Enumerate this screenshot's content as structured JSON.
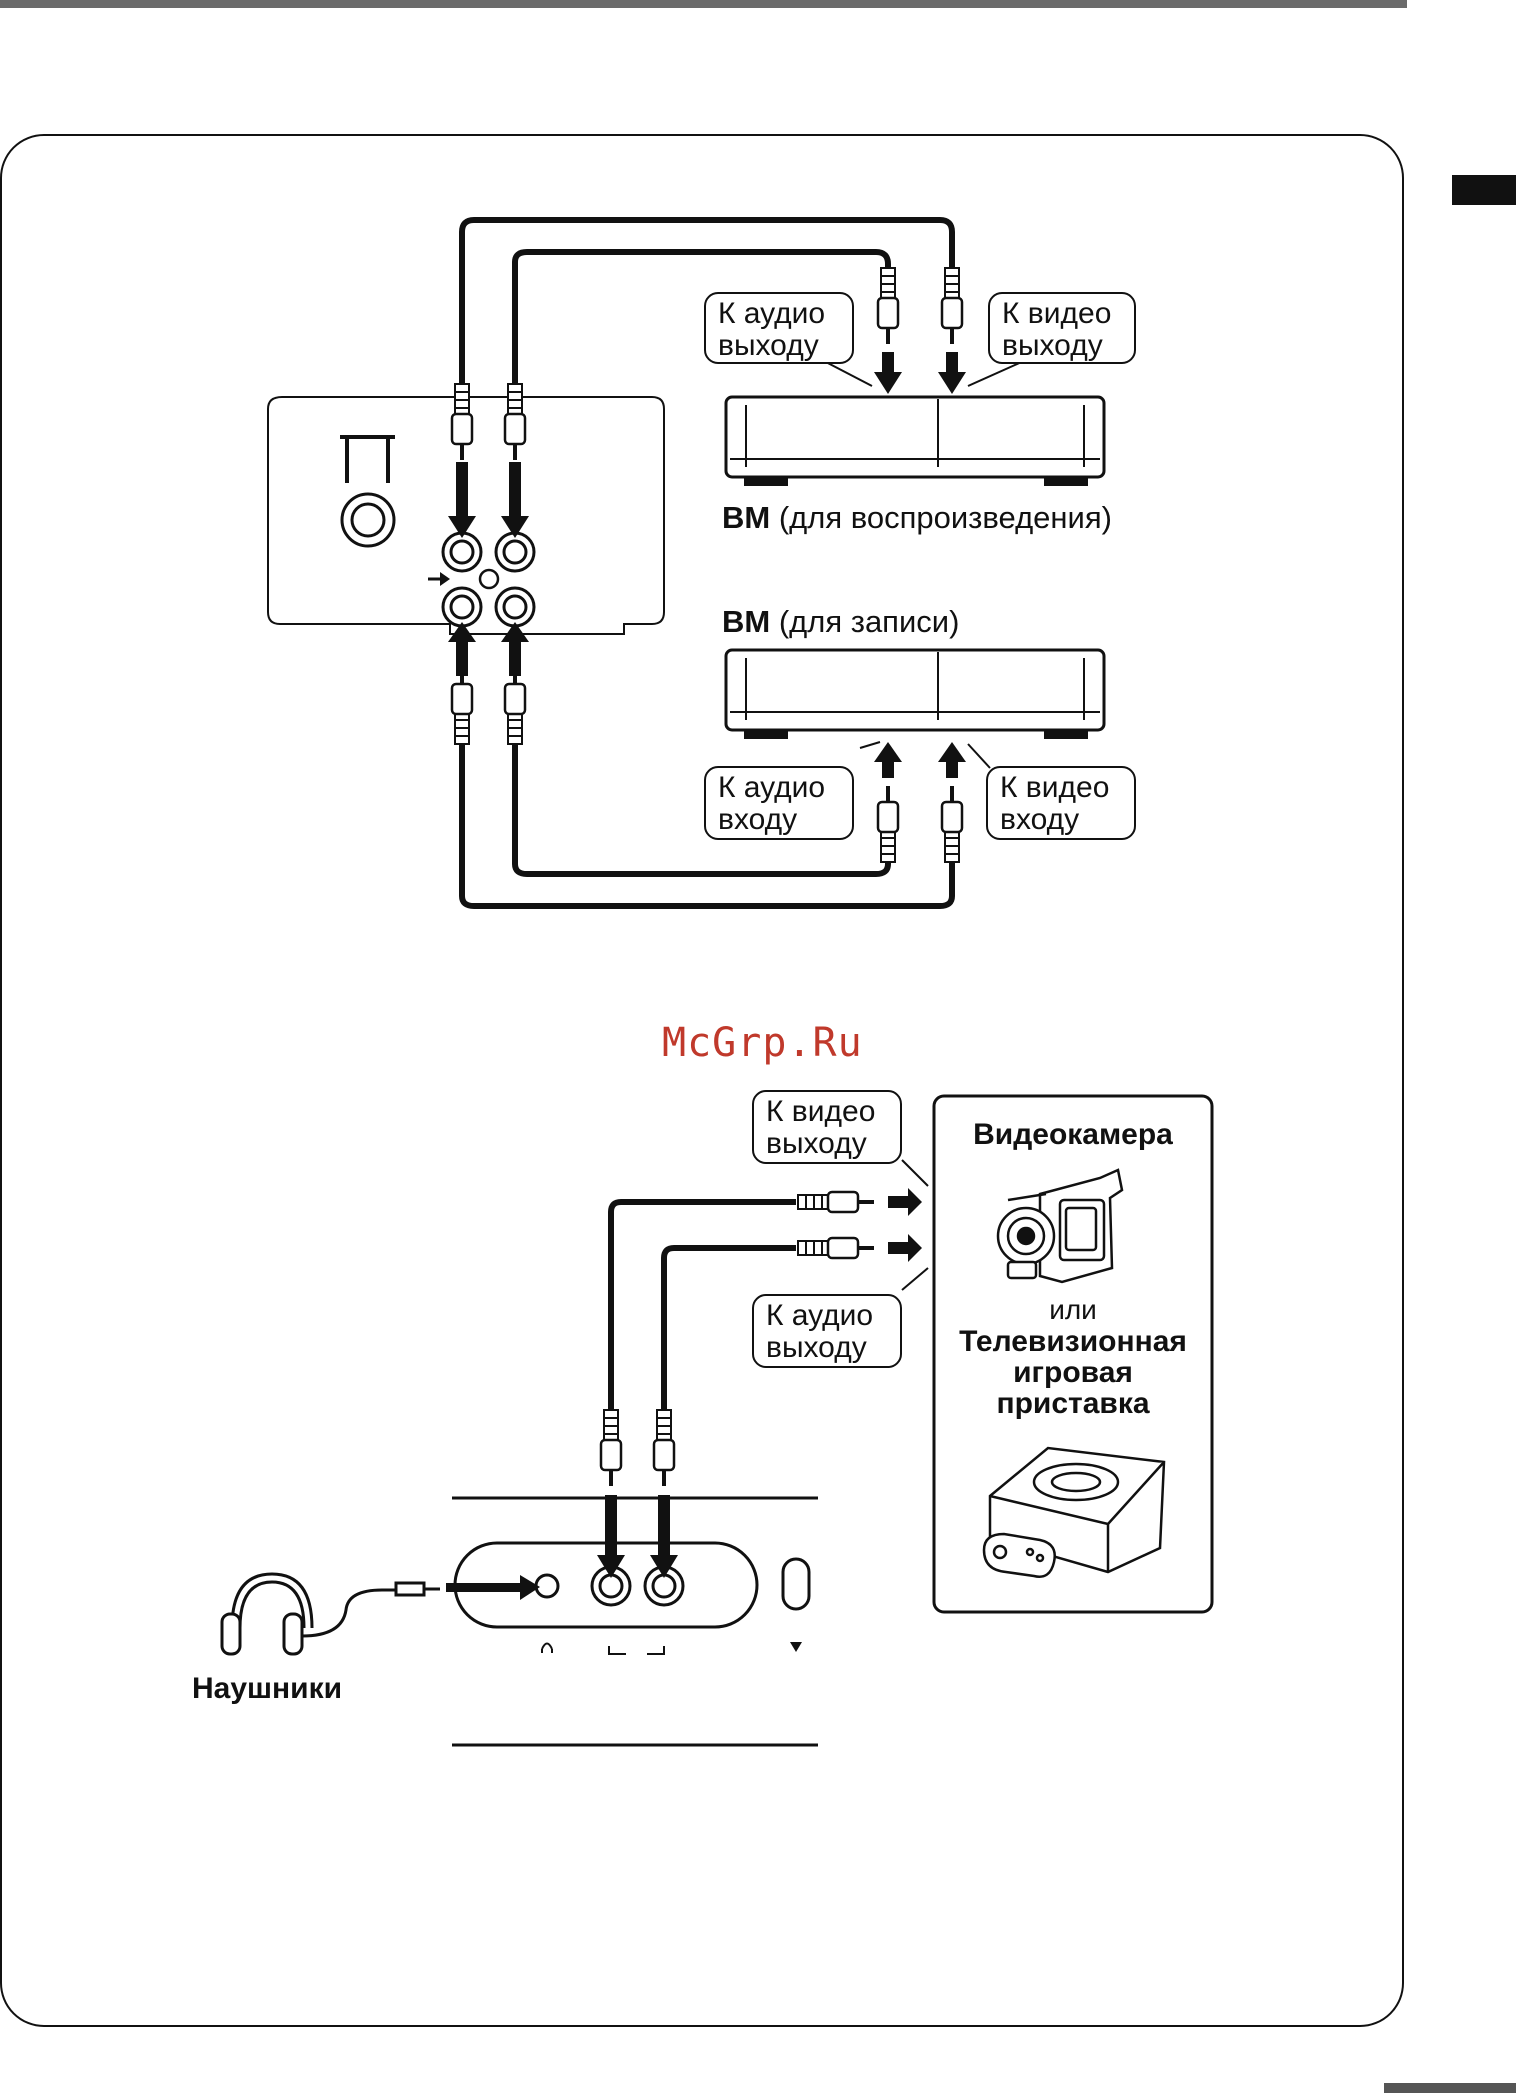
{
  "diagram1": {
    "callout_audio_out": "К аудио\nвыходу",
    "callout_video_out": "К видео\nвыходу",
    "vcr_play_label_bold": "ВМ",
    "vcr_play_label_rest": " (для воспроизведения)",
    "vcr_rec_label_bold": "ВМ",
    "vcr_rec_label_rest": " (для записи)",
    "callout_audio_in": "К аудио\nвходу",
    "callout_video_in": "К видео\nвходу"
  },
  "watermark": "McGrp.Ru",
  "diagram2": {
    "callout_video_out": "К видео\nвыходу",
    "callout_audio_out": "К аудио\nвыходу",
    "camcorder_label": "Видеокамера",
    "or_label": "или",
    "console_label": "Телевизионная\nигровая\nприставка",
    "headphones_label": "Наушники"
  }
}
